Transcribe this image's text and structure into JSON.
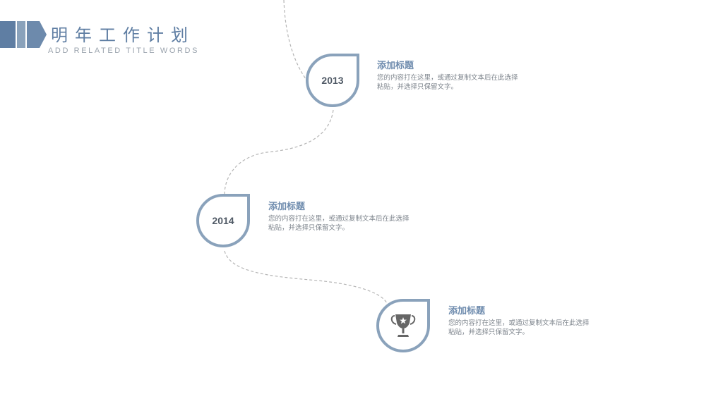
{
  "header": {
    "title": "明年工作计划",
    "subtitle": "ADD RELATED TITLE WORDS"
  },
  "colors": {
    "accent": "#8aa2bb",
    "title": "#5f7ea3",
    "path": "#b5b5b5"
  },
  "timeline": [
    {
      "year": "2013",
      "title": "添加标题",
      "description": "您的内容打在这里，或通过复制文本后在此选择粘贴，并选择只保留文字。"
    },
    {
      "year": "2014",
      "title": "添加标题",
      "description": "您的内容打在这里，或通过复制文本后在此选择粘贴，并选择只保留文字。"
    },
    {
      "icon": "trophy-icon",
      "title": "添加标题",
      "description": "您的内容打在这里，或通过复制文本后在此选择粘贴，并选择只保留文字。"
    }
  ]
}
